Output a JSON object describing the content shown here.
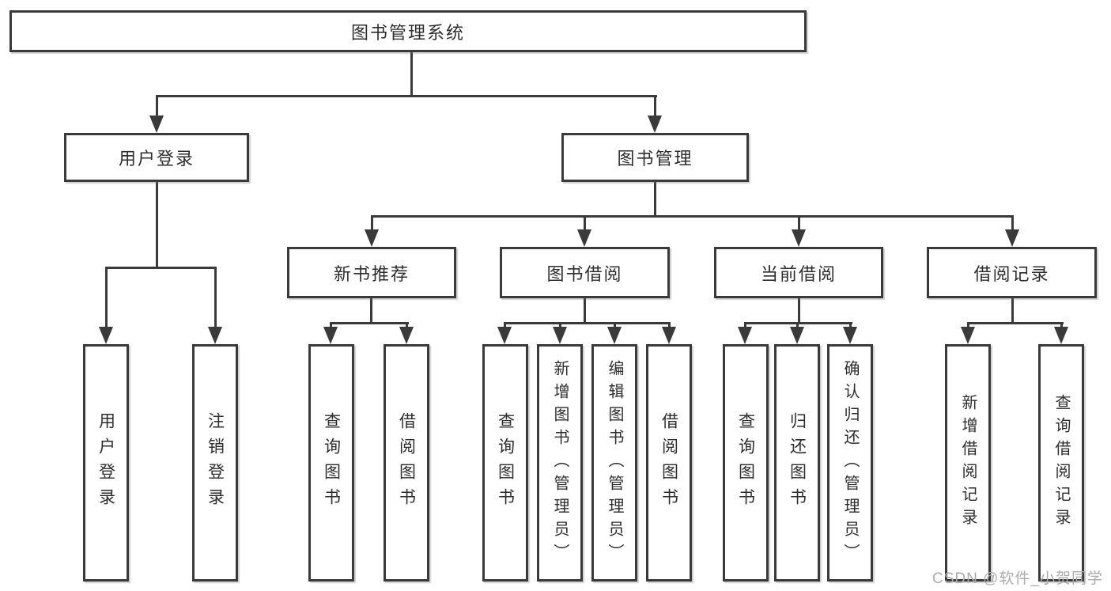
{
  "diagram": {
    "type": "hierarchy-tree",
    "colors": {
      "line": "#3a3a3a",
      "text": "#2d2d2d",
      "box_background": "#ffffff",
      "watermark": "#ababab"
    },
    "root": {
      "label": "图书管理系统"
    },
    "level2": [
      {
        "label": "用户登录"
      },
      {
        "label": "图书管理"
      }
    ],
    "level3": [
      {
        "label": "新书推荐",
        "parent": "图书管理"
      },
      {
        "label": "图书借阅",
        "parent": "图书管理"
      },
      {
        "label": "当前借阅",
        "parent": "图书管理"
      },
      {
        "label": "借阅记录",
        "parent": "图书管理"
      }
    ],
    "leaves": [
      {
        "label": "用户登录",
        "parent": "用户登录"
      },
      {
        "label": "注销登录",
        "parent": "用户登录"
      },
      {
        "label": "查询图书",
        "parent": "新书推荐"
      },
      {
        "label": "借阅图书",
        "parent": "新书推荐"
      },
      {
        "label": "查询图书",
        "parent": "图书借阅"
      },
      {
        "label": "新增图书（管理员）",
        "parent": "图书借阅"
      },
      {
        "label": "编辑图书（管理员）",
        "parent": "图书借阅"
      },
      {
        "label": "借阅图书",
        "parent": "图书借阅"
      },
      {
        "label": "查询图书",
        "parent": "当前借阅"
      },
      {
        "label": "归还图书",
        "parent": "当前借阅"
      },
      {
        "label": "确认归还（管理员）",
        "parent": "当前借阅"
      },
      {
        "label": "新增借阅记录",
        "parent": "借阅记录"
      },
      {
        "label": "查询借阅记录",
        "parent": "借阅记录"
      }
    ],
    "watermark": "CSDN @软件_小贺同学"
  }
}
